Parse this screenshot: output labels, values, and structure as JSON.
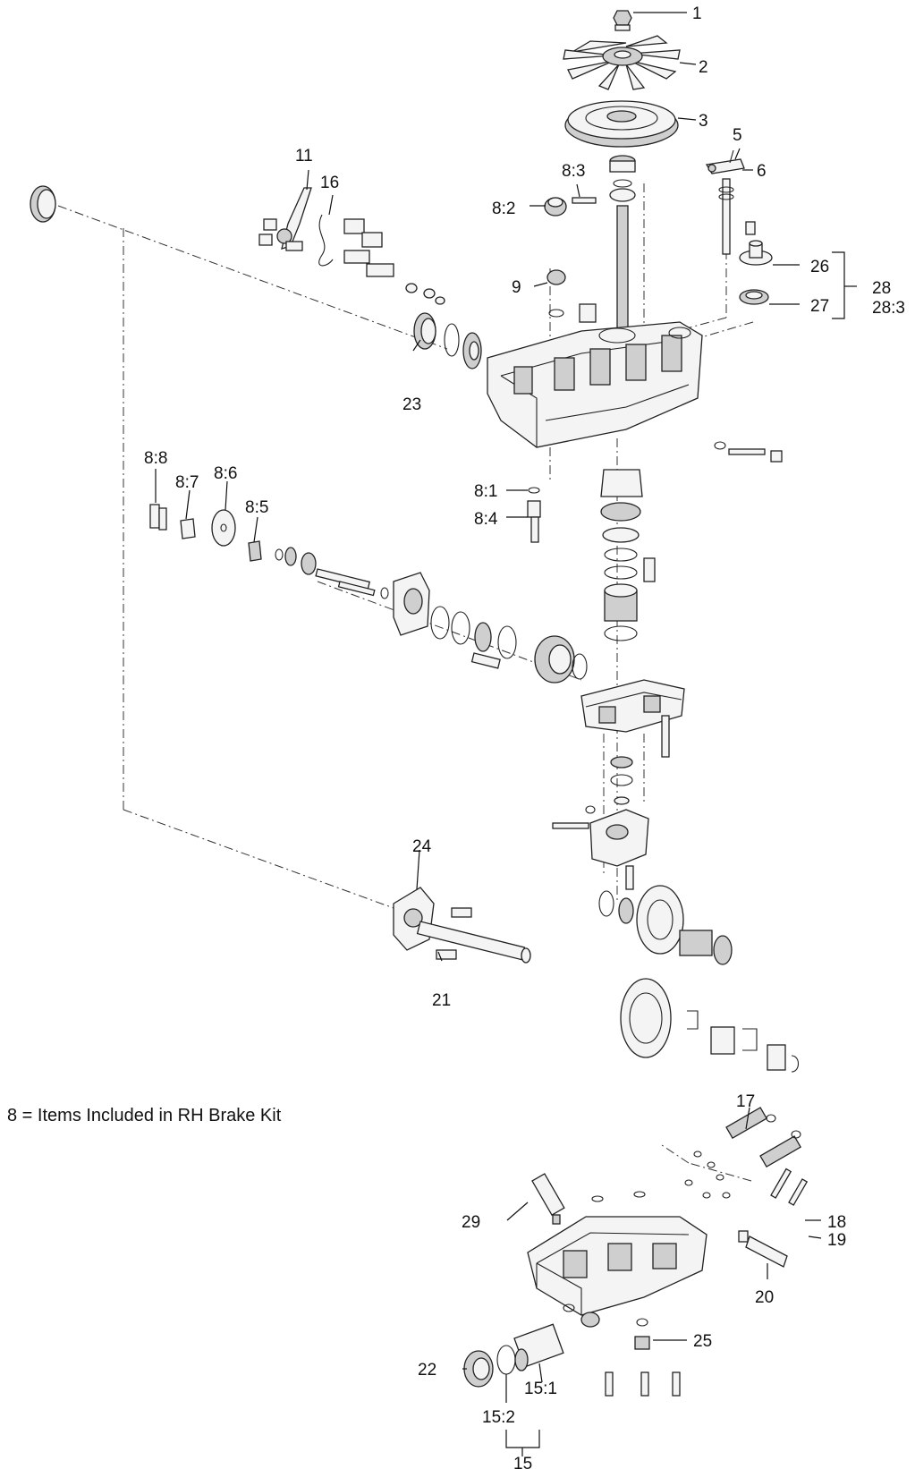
{
  "note": "8 = Items Included in RH Brake Kit",
  "callouts": [
    "1",
    "2",
    "3",
    "5",
    "6",
    "8:3",
    "8:2",
    "11",
    "16",
    "26",
    "27",
    "28",
    "28:3",
    "9",
    "23",
    "8:8",
    "8:7",
    "8:6",
    "8:5",
    "8:1",
    "8:4",
    "24",
    "21",
    "17",
    "29",
    "18",
    "19",
    "20",
    "25",
    "22",
    "15:1",
    "15:2",
    "15"
  ]
}
